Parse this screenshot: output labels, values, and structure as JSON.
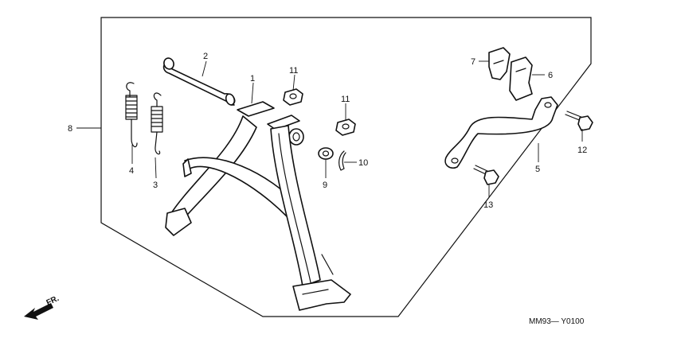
{
  "callouts": {
    "c1": "1",
    "c2": "2",
    "c3": "3",
    "c4": "4",
    "c5": "5",
    "c6": "6",
    "c7": "7",
    "c8": "8",
    "c9": "9",
    "c10": "10",
    "c11a": "11",
    "c11b": "11",
    "c12": "12",
    "c13": "13"
  },
  "direction_label": "FR.",
  "diagram_code": "MM93— Y0100"
}
